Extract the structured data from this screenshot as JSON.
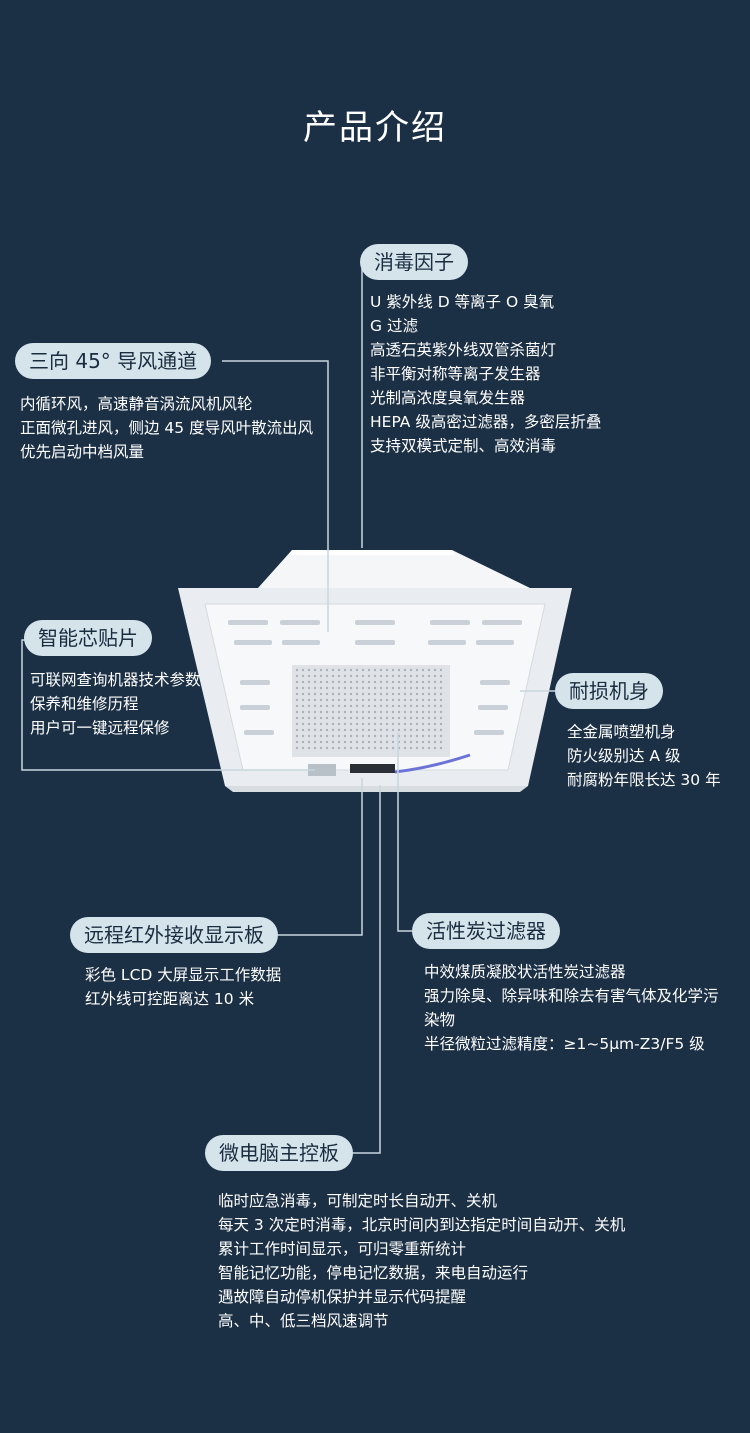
{
  "page_title": "产品介绍",
  "features": {
    "disinfection": {
      "label": "消毒因子",
      "items": [
        "U 紫外线 D 等离子 O 臭氧",
        "G 过滤",
        "高透石英紫外线双管杀菌灯",
        "非平衡对称等离子发生器",
        "光制高浓度臭氧发生器",
        "HEPA 级高密过滤器，多密层折叠",
        "支持双模式定制、高效消毒"
      ]
    },
    "airflow": {
      "label": "三向 45° 导风通道",
      "items": [
        "内循环风，高速静音涡流风机风轮",
        "正面微孔进风，侧边 45 度导风叶散流出风",
        "优先启动中档风量"
      ]
    },
    "smart_chip": {
      "label": "智能芯贴片",
      "items": [
        "可联网查询机器技术参数",
        "保养和维修历程",
        "用户可一键远程保修"
      ]
    },
    "body": {
      "label": "耐损机身",
      "items": [
        "全金属喷塑机身",
        "防火级别达 A 级",
        "耐腐粉年限长达 30 年"
      ]
    },
    "display_board": {
      "label": "远程红外接收显示板",
      "items": [
        "彩色 LCD 大屏显示工作数据",
        "红外线可控距离达 10 米"
      ]
    },
    "carbon_filter": {
      "label": "活性炭过滤器",
      "items": [
        "中效煤质凝胶状活性炭过滤器",
        "强力除臭、除异味和除去有害气体及化学污染物",
        "半径微粒过滤精度：≥1~5μm-Z3/F5 级"
      ]
    },
    "controller": {
      "label": "微电脑主控板",
      "items": [
        "临时应急消毒，可制定时长自动开、关机",
        "每天 3 次定时消毒，北京时间内到达指定时间自动开、关机",
        "累计工作时间显示，可归零重新统计",
        "智能记忆功能，停电记忆数据，来电自动运行",
        "遇故障自动停机保护并显示代码提醒",
        "高、中、低三档风速调节"
      ]
    }
  },
  "colors": {
    "background": "#1b2f45",
    "pill": "#d5e3ea",
    "pill_text": "#1a2c3f",
    "line": "#c8d6de"
  }
}
